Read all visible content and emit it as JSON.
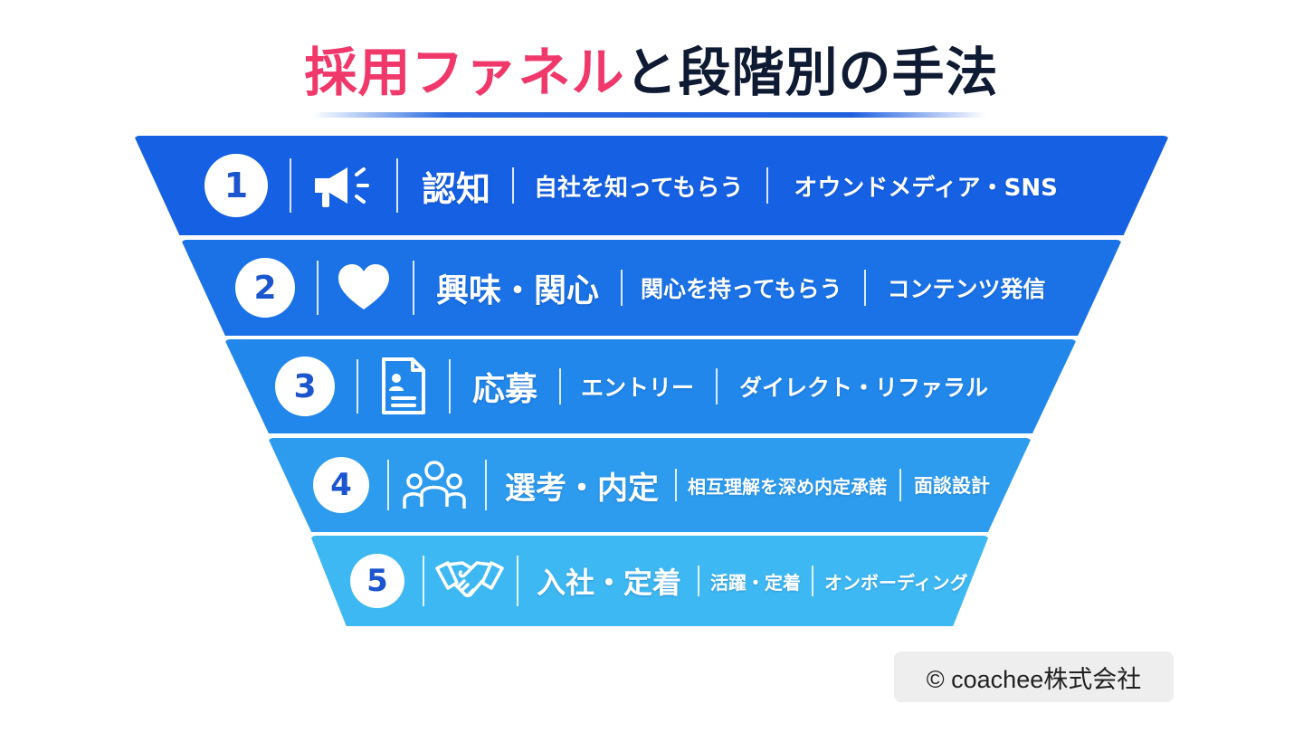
{
  "title": {
    "accent": "採用ファネル",
    "rest": "と段階別の手法"
  },
  "colors": {
    "title_accent": "#f0386b",
    "title_text": "#0f1a33",
    "tier1": "#1560e3",
    "tier2": "#1a72e6",
    "tier3": "#2187ea",
    "tier4": "#2d9cee",
    "tier5": "#3eb8f2",
    "number_text": "#1b55cf"
  },
  "stages": [
    {
      "number": "1",
      "icon": "megaphone-icon",
      "name": "認知",
      "description": "自社を知ってもらう",
      "method": "オウンドメディア・SNS"
    },
    {
      "number": "2",
      "icon": "heart-icon",
      "name": "興味・関心",
      "description": "関心を持ってもらう",
      "method": "コンテンツ発信"
    },
    {
      "number": "3",
      "icon": "document-icon",
      "name": "応募",
      "description": "エントリー",
      "method": "ダイレクト・リファラル"
    },
    {
      "number": "4",
      "icon": "people-icon",
      "name": "選考・内定",
      "description": "相互理解を深め内定承諾",
      "method": "面談設計"
    },
    {
      "number": "5",
      "icon": "handshake-icon",
      "name": "入社・定着",
      "description": "活躍・定着",
      "method": "オンボーディング"
    }
  ],
  "copyright": "© coachee株式会社"
}
